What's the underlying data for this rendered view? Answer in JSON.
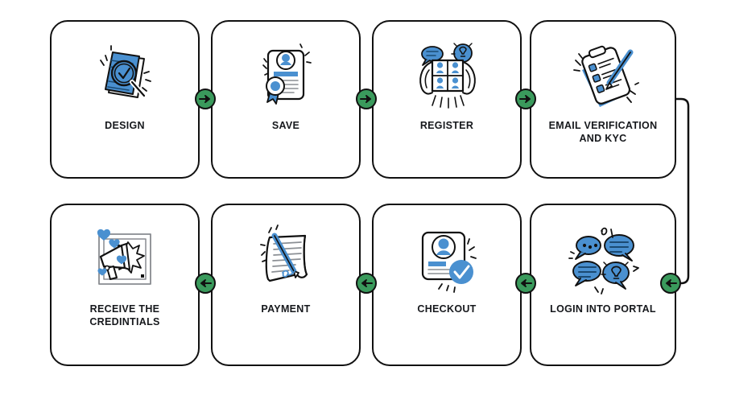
{
  "diagram": {
    "title": "Process Flow Diagram",
    "accent_blue": "#4a90d0",
    "node_green": "#3a9a5c",
    "stroke_black": "#111111",
    "background": "#ffffff",
    "flow_direction_row1": "left-to-right",
    "flow_direction_row2": "right-to-left"
  },
  "steps": [
    {
      "order": 1,
      "label": "DESIGN",
      "icon": "document-magnifier-check-icon",
      "row": 1,
      "col": 1
    },
    {
      "order": 2,
      "label": "SAVE",
      "icon": "certificate-seal-icon",
      "row": 1,
      "col": 2
    },
    {
      "order": 3,
      "label": "REGISTER",
      "icon": "user-grid-hands-idea-icon",
      "row": 1,
      "col": 3
    },
    {
      "order": 4,
      "label": "EMAIL VERIFICATION\nAND KYC",
      "icon": "clipboard-checklist-pen-icon",
      "row": 1,
      "col": 4
    },
    {
      "order": 5,
      "label": "LOGIN INTO PORTAL",
      "icon": "speech-bubbles-icon",
      "row": 2,
      "col": 4
    },
    {
      "order": 6,
      "label": "CHECKOUT",
      "icon": "profile-card-check-icon",
      "row": 2,
      "col": 3
    },
    {
      "order": 7,
      "label": "PAYMENT",
      "icon": "signed-contract-pen-icon",
      "row": 2,
      "col": 2
    },
    {
      "order": 8,
      "label": "RECEIVE THE\nCREDINTIALS",
      "icon": "megaphone-poster-icon",
      "row": 2,
      "col": 1
    }
  ],
  "connectors": [
    {
      "id": "c1",
      "icon": "arrow-right-icon",
      "from": "DESIGN",
      "to": "SAVE"
    },
    {
      "id": "c2",
      "icon": "arrow-right-icon",
      "from": "SAVE",
      "to": "REGISTER"
    },
    {
      "id": "c3",
      "icon": "arrow-right-icon",
      "from": "REGISTER",
      "to": "EMAIL VERIFICATION AND KYC"
    },
    {
      "id": "c4",
      "icon": "arrow-left-icon",
      "from": "EMAIL VERIFICATION AND KYC",
      "to": "LOGIN INTO PORTAL"
    },
    {
      "id": "c5",
      "icon": "arrow-left-icon",
      "from": "LOGIN INTO PORTAL",
      "to": "CHECKOUT"
    },
    {
      "id": "c6",
      "icon": "arrow-left-icon",
      "from": "CHECKOUT",
      "to": "PAYMENT"
    },
    {
      "id": "c7",
      "icon": "arrow-left-icon",
      "from": "PAYMENT",
      "to": "RECEIVE THE CREDINTIALS"
    }
  ]
}
